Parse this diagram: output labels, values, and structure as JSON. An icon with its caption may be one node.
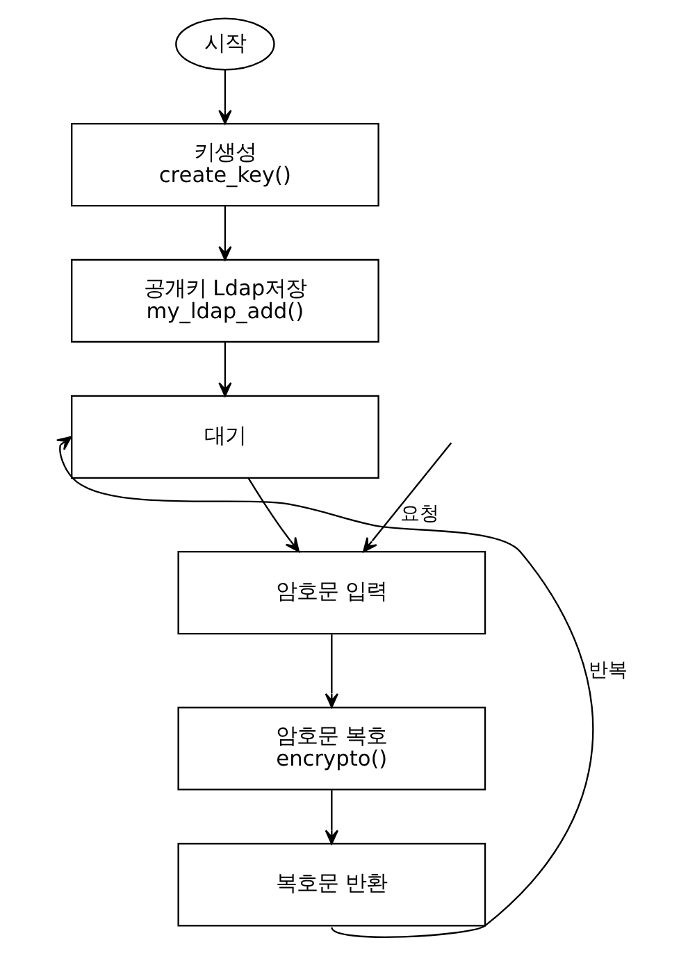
{
  "diagram": {
    "nodes": [
      {
        "text": [
          "시작"
        ]
      },
      {
        "text": [
          "키생성",
          "create_key()"
        ]
      },
      {
        "text": [
          "공개키 Ldap저장",
          "my_ldap_add()"
        ]
      },
      {
        "text": [
          "대기"
        ]
      },
      {
        "text": [
          "암호문 입력"
        ]
      },
      {
        "text": [
          "암호문 복호",
          "encrypto()"
        ]
      },
      {
        "text": [
          "복호문 반환"
        ]
      }
    ],
    "edges": [
      {
        "from": 0,
        "to": 1,
        "arrow": "to"
      },
      {
        "from": 1,
        "to": 2,
        "arrow": "to"
      },
      {
        "from": 2,
        "to": 3,
        "arrow": "to"
      },
      {
        "from": 3,
        "to": 4,
        "arrow": "to"
      },
      {
        "from": null,
        "to": 4,
        "arrow": "to",
        "label": "요청"
      },
      {
        "from": 4,
        "to": 5,
        "arrow": "to"
      },
      {
        "from": 5,
        "to": 6,
        "arrow": "to"
      },
      {
        "from": 6,
        "to": 3,
        "arrow": "to",
        "label": "반복"
      }
    ]
  }
}
